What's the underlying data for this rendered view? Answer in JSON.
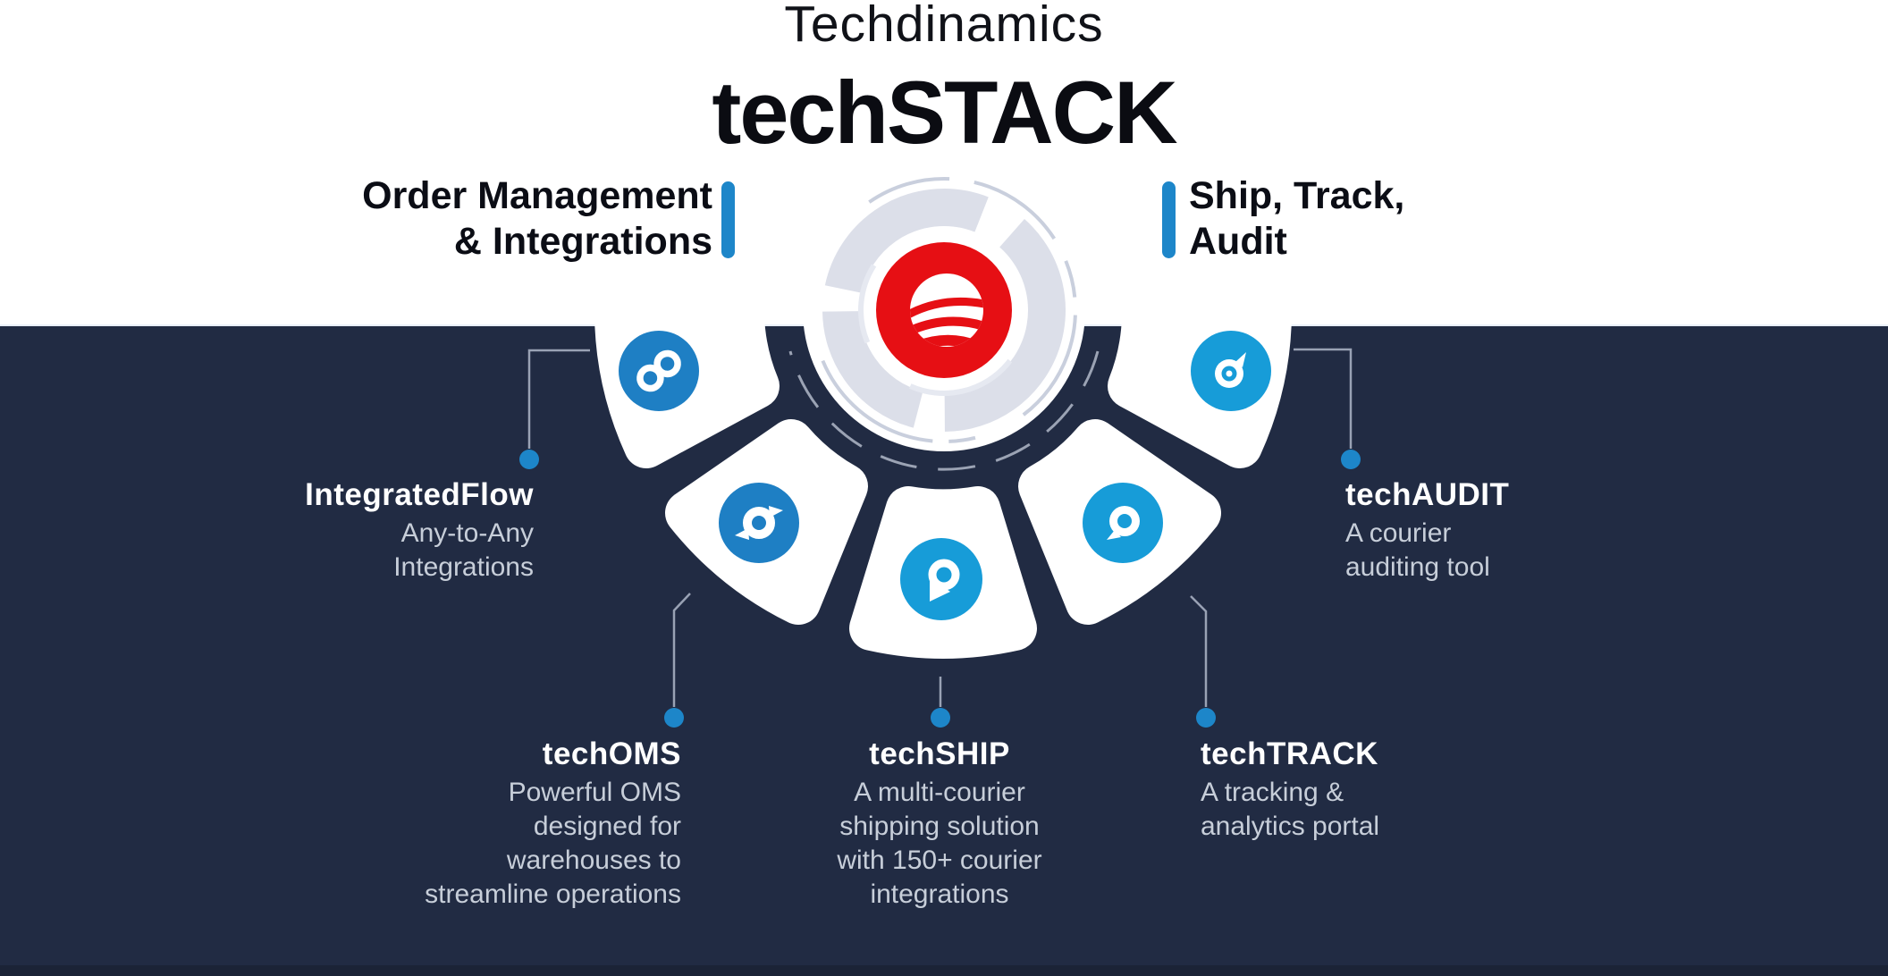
{
  "header": {
    "brand": "Techdinamics",
    "product_suite": "techSTACK"
  },
  "categories": {
    "left": {
      "label": "Order Management\n& Integrations"
    },
    "right": {
      "label": "Ship, Track,\nAudit"
    }
  },
  "products": [
    {
      "name": "IntegratedFlow",
      "description": "Any-to-Any\nIntegrations",
      "icon": "infinity-link-icon"
    },
    {
      "name": "techOMS",
      "description": "Powerful OMS\ndesigned for\nwarehouses to\nstreamline operations",
      "icon": "orbit-ring-icon"
    },
    {
      "name": "techSHIP",
      "description": "A multi-courier\nshipping solution\nwith 150+ courier\nintegrations",
      "icon": "p-pin-icon"
    },
    {
      "name": "techTRACK",
      "description": "A tracking &\nanalytics portal",
      "icon": "a-pin-icon"
    },
    {
      "name": "techAUDIT",
      "description": "A courier\nauditing tool",
      "icon": "d-droplet-icon"
    }
  ],
  "colors": {
    "background_top": "#ffffff",
    "background_bottom": "#212b43",
    "footer_strip": "#1b2336",
    "accent_blue": "#1d86c9",
    "icon_blue_dark": "#1e7fc4",
    "icon_blue_light": "#179cd8",
    "logo_red": "#e60f14",
    "ring_gray": "#dcdfe9",
    "connector_gray": "#99a2b4",
    "heading_text": "#0b0c12",
    "product_name_text": "#ffffff",
    "description_text": "#c7ced9"
  }
}
